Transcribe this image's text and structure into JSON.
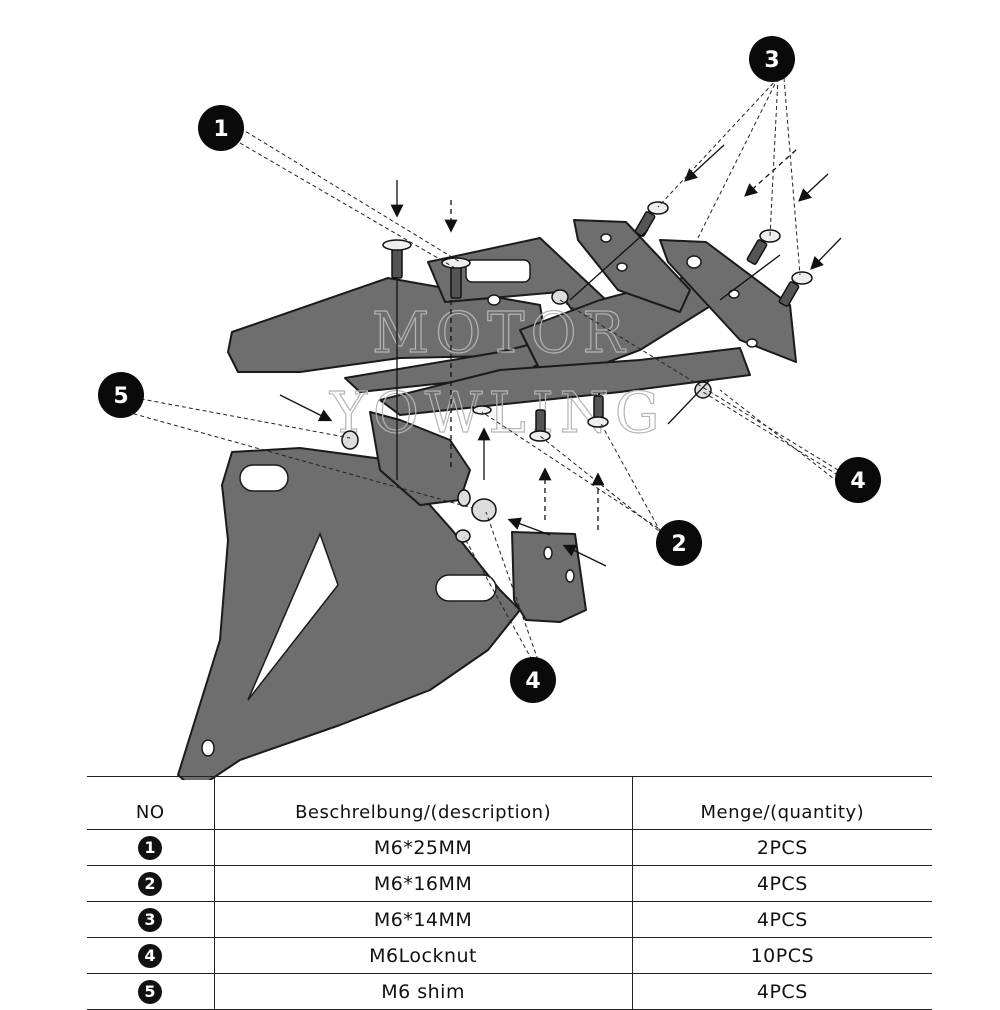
{
  "watermark": {
    "line1": "MOTOR",
    "line2": "YOWLING"
  },
  "callouts": [
    "1",
    "2",
    "3",
    "4",
    "5",
    "4"
  ],
  "table": {
    "headers": [
      "NO",
      "Beschrelbung/(description)",
      "Menge/(quantity)"
    ],
    "rows": [
      {
        "no": "1",
        "description": "M6*25MM",
        "quantity": "2PCS"
      },
      {
        "no": "2",
        "description": "M6*16MM",
        "quantity": "4PCS"
      },
      {
        "no": "3",
        "description": "M6*14MM",
        "quantity": "4PCS"
      },
      {
        "no": "4",
        "description": "M6Locknut",
        "quantity": "10PCS"
      },
      {
        "no": "5",
        "description": "M6 shim",
        "quantity": "4PCS"
      }
    ]
  },
  "colors": {
    "part_fill": "#6e6e6e",
    "part_stroke": "#1a1a1a",
    "callout": "#0a0a0a"
  }
}
